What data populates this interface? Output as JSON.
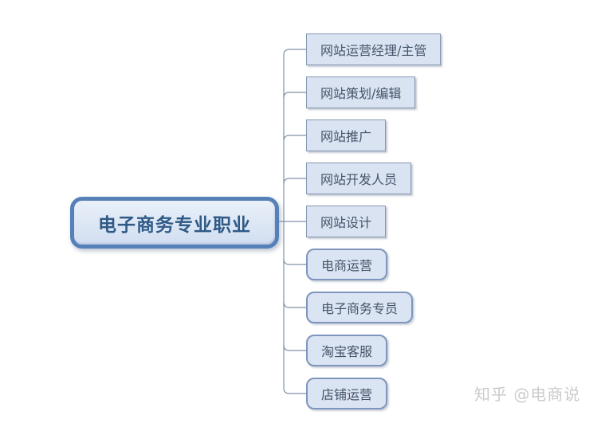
{
  "mindmap": {
    "root": {
      "label": "电子商务专业职业"
    },
    "children": [
      {
        "label": "网站运营经理/主管",
        "shape": "rect"
      },
      {
        "label": "网站策划/编辑",
        "shape": "rect"
      },
      {
        "label": "网站推广",
        "shape": "rect"
      },
      {
        "label": "网站开发人员",
        "shape": "rect"
      },
      {
        "label": "网站设计",
        "shape": "rect"
      },
      {
        "label": "电商运营",
        "shape": "rounded"
      },
      {
        "label": "电子商务专员",
        "shape": "rounded"
      },
      {
        "label": "淘宝客服",
        "shape": "rounded"
      },
      {
        "label": "店铺运营",
        "shape": "rounded"
      }
    ],
    "colors": {
      "root_border": "#5581b8",
      "root_fill": "#dce6f4",
      "root_text": "#2f5a87",
      "child_fill": "#dae3f1",
      "rect_border": "#8496b2",
      "rounded_border": "#7e95bd",
      "child_text": "#44546a",
      "connector": "#7f92a9"
    }
  },
  "watermark": {
    "text": "知乎 @电商说"
  }
}
